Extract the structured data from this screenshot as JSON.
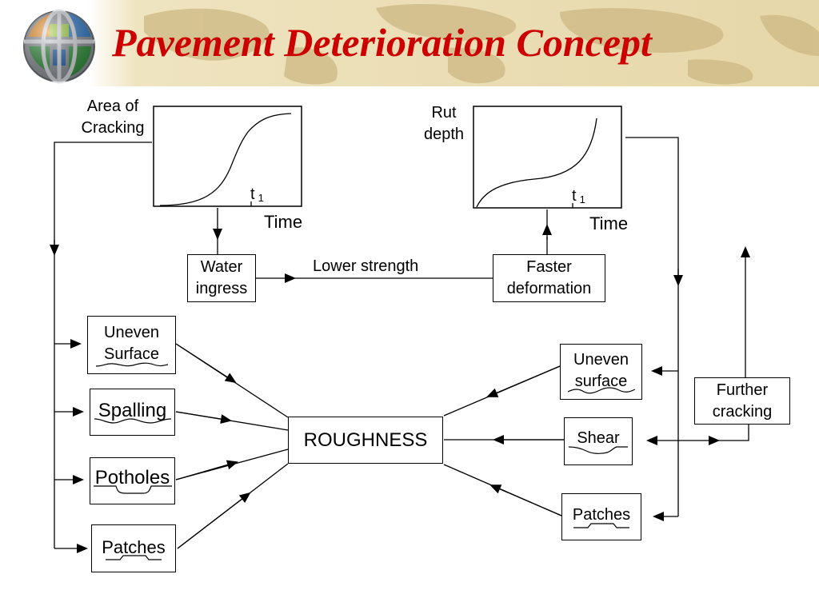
{
  "slide": {
    "title": "Pavement Deterioration Concept"
  },
  "header": {
    "globe_icon": "globe-icon",
    "background_map": "world-map"
  },
  "charts": {
    "cracking": {
      "y_label_line1": "Area of",
      "y_label_line2": "Cracking",
      "x_label": "Time",
      "t_label": "t",
      "t_sub": "1"
    },
    "rut": {
      "y_label_line1": "Rut",
      "y_label_line2": "depth",
      "x_label": "Time",
      "t_label": "t",
      "t_sub": "1"
    }
  },
  "middle": {
    "water_line1": "Water",
    "water_line2": "ingress",
    "lower_strength": "Lower strength",
    "faster_line1": "Faster",
    "faster_line2": "deformation"
  },
  "left_items": {
    "uneven_line1": "Uneven",
    "uneven_line2": "Surface",
    "spalling": "Spalling",
    "potholes": "Potholes",
    "patches": "Patches"
  },
  "center": {
    "roughness": "ROUGHNESS"
  },
  "right_items": {
    "uneven_line1": "Uneven",
    "uneven_line2": "surface",
    "shear": "Shear",
    "patches": "Patches",
    "further_line1": "Further",
    "further_line2": "cracking"
  },
  "colors": {
    "title": "#cc0000",
    "header_bg": "#e6d7a9",
    "map": "#c9b47c",
    "lines": "#000000"
  }
}
